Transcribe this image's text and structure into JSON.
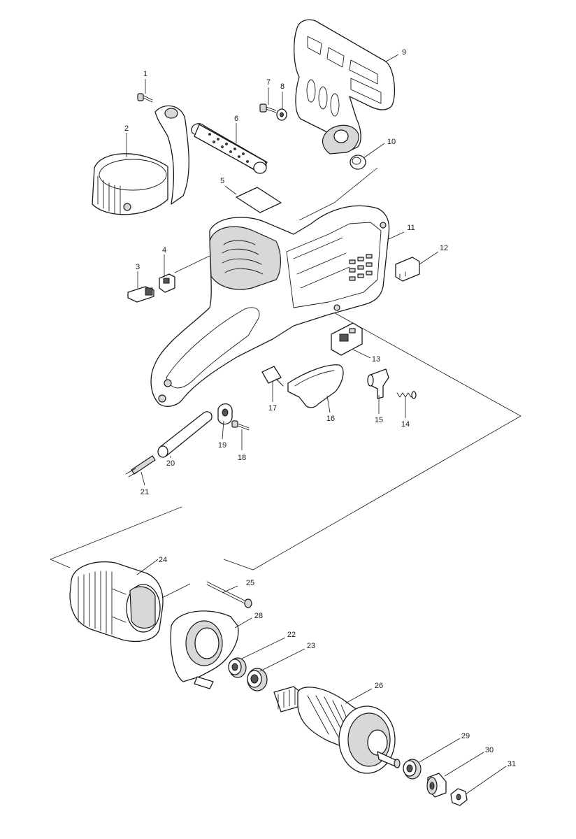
{
  "callouts": [
    {
      "id": "1",
      "label": "1"
    },
    {
      "id": "2",
      "label": "2"
    },
    {
      "id": "3",
      "label": "3"
    },
    {
      "id": "4",
      "label": "4"
    },
    {
      "id": "5",
      "label": "5"
    },
    {
      "id": "6",
      "label": "6"
    },
    {
      "id": "7",
      "label": "7"
    },
    {
      "id": "8",
      "label": "8"
    },
    {
      "id": "9",
      "label": "9"
    },
    {
      "id": "10",
      "label": "10"
    },
    {
      "id": "11",
      "label": "11"
    },
    {
      "id": "12",
      "label": "12"
    },
    {
      "id": "13",
      "label": "13"
    },
    {
      "id": "14",
      "label": "14"
    },
    {
      "id": "15",
      "label": "15"
    },
    {
      "id": "16",
      "label": "16"
    },
    {
      "id": "17",
      "label": "17"
    },
    {
      "id": "18",
      "label": "18"
    },
    {
      "id": "19",
      "label": "19"
    },
    {
      "id": "20",
      "label": "20"
    },
    {
      "id": "21",
      "label": "21"
    },
    {
      "id": "22",
      "label": "22"
    },
    {
      "id": "23",
      "label": "23"
    },
    {
      "id": "24",
      "label": "24"
    },
    {
      "id": "25",
      "label": "25"
    },
    {
      "id": "26",
      "label": "26"
    },
    {
      "id": "28",
      "label": "28"
    },
    {
      "id": "29",
      "label": "29"
    },
    {
      "id": "30",
      "label": "30"
    },
    {
      "id": "31",
      "label": "31"
    }
  ]
}
